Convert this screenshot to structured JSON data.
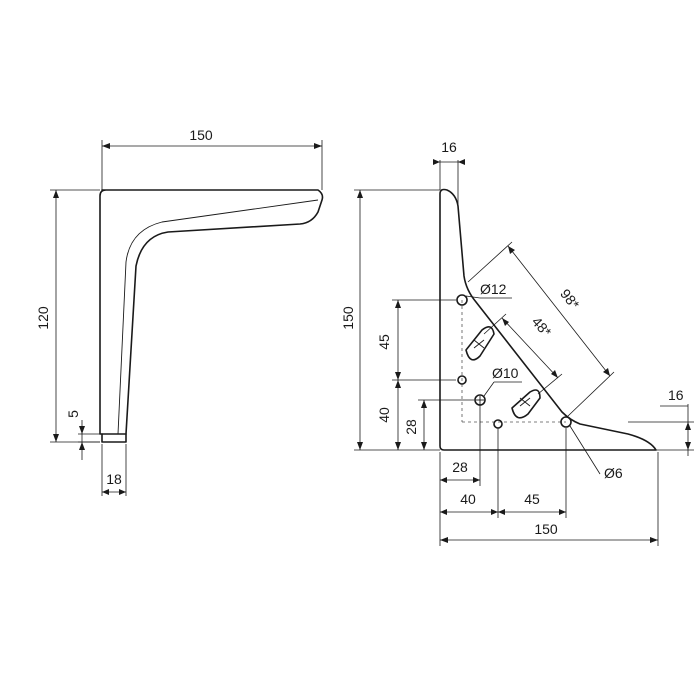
{
  "side_view": {
    "width": "150",
    "height": "120",
    "foot_height": "5",
    "foot_width": "18"
  },
  "front_view": {
    "top_thickness": "16",
    "height": "150",
    "hole_spacing_vertical": "45",
    "lower_offset": "40",
    "hole_height": "28",
    "large_hole_diameter": "Ø12",
    "medium_hole_diameter": "Ø10",
    "small_hole_diameter": "Ø6",
    "diagonal_long": "98*",
    "diagonal_short": "48*",
    "right_thickness": "16",
    "bottom_28": "28",
    "bottom_40": "40",
    "bottom_45": "45",
    "overall_width": "150"
  }
}
